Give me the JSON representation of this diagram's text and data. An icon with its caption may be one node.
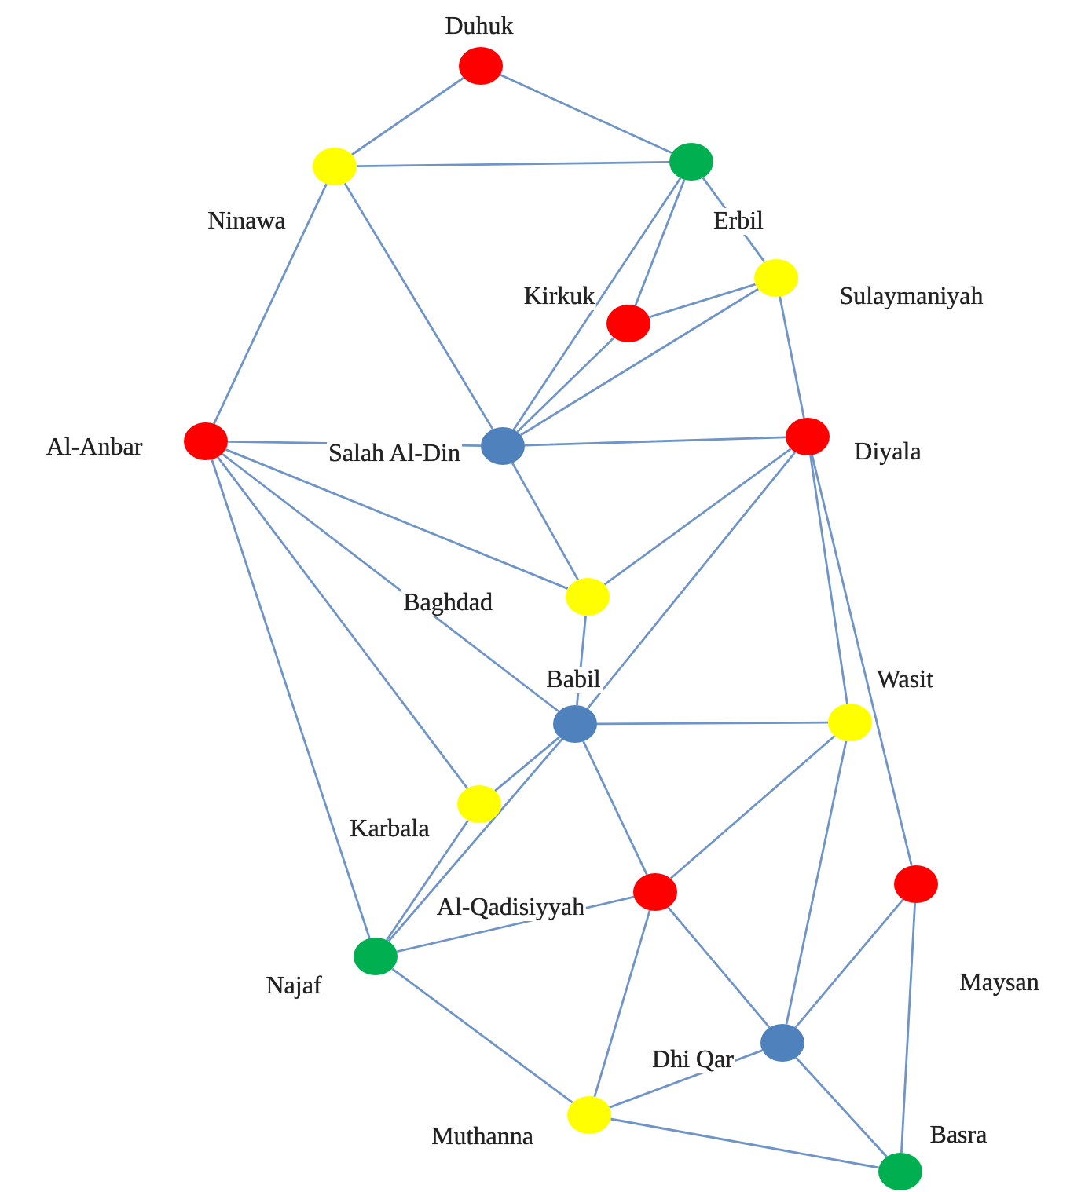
{
  "diagram": {
    "nodes": [
      {
        "text": [],
        "shape": "circle",
        "beside": [
          "Duhuk"
        ]
      },
      {
        "text": [],
        "shape": "circle",
        "beside": [
          "Ninawa"
        ]
      },
      {
        "text": [],
        "shape": "circle",
        "beside": [
          "Erbil"
        ]
      },
      {
        "text": [],
        "shape": "circle",
        "beside": [
          "Kirkuk"
        ]
      },
      {
        "text": [],
        "shape": "circle",
        "beside": [
          "Sulaymaniyah"
        ]
      },
      {
        "text": [],
        "shape": "circle",
        "beside": [
          "Al-Anbar"
        ]
      },
      {
        "text": [],
        "shape": "circle",
        "beside": [
          "Salah Al-Din"
        ]
      },
      {
        "text": [],
        "shape": "circle",
        "beside": [
          "Diyala"
        ]
      },
      {
        "text": [],
        "shape": "circle",
        "beside": [
          "Baghdad"
        ]
      },
      {
        "text": [],
        "shape": "circle",
        "beside": [
          "Babil"
        ]
      },
      {
        "text": [],
        "shape": "circle",
        "beside": [
          "Wasit"
        ]
      },
      {
        "text": [],
        "shape": "circle",
        "beside": [
          "Karbala"
        ]
      },
      {
        "text": [],
        "shape": "circle",
        "beside": [
          "Al-Qadisiyyah"
        ]
      },
      {
        "text": [],
        "shape": "circle",
        "beside": [
          "Maysan"
        ]
      },
      {
        "text": [],
        "shape": "circle",
        "beside": [
          "Najaf"
        ]
      },
      {
        "text": [],
        "shape": "circle",
        "beside": [
          "Dhi Qar"
        ]
      },
      {
        "text": [],
        "shape": "circle",
        "beside": [
          "Muthanna"
        ]
      },
      {
        "text": [],
        "shape": "circle",
        "beside": [
          "Basra"
        ]
      }
    ],
    "edges": [
      {
        "from": 0,
        "to": 1,
        "arrow": "none"
      },
      {
        "from": 0,
        "to": 2,
        "arrow": "none"
      },
      {
        "from": 1,
        "to": 2,
        "arrow": "none"
      },
      {
        "from": 1,
        "to": 5,
        "arrow": "none"
      },
      {
        "from": 1,
        "to": 6,
        "arrow": "none"
      },
      {
        "from": 2,
        "to": 3,
        "arrow": "none"
      },
      {
        "from": 2,
        "to": 6,
        "arrow": "none"
      },
      {
        "from": 2,
        "to": 4,
        "arrow": "none"
      },
      {
        "from": 3,
        "to": 4,
        "arrow": "none"
      },
      {
        "from": 3,
        "to": 6,
        "arrow": "none"
      },
      {
        "from": 4,
        "to": 6,
        "arrow": "none"
      },
      {
        "from": 4,
        "to": 7,
        "arrow": "none"
      },
      {
        "from": 5,
        "to": 6,
        "arrow": "none"
      },
      {
        "from": 6,
        "to": 7,
        "arrow": "none"
      },
      {
        "from": 6,
        "to": 8,
        "arrow": "none"
      },
      {
        "from": 5,
        "to": 8,
        "arrow": "none"
      },
      {
        "from": 5,
        "to": 9,
        "arrow": "none"
      },
      {
        "from": 5,
        "to": 11,
        "arrow": "none"
      },
      {
        "from": 5,
        "to": 14,
        "arrow": "none"
      },
      {
        "from": 7,
        "to": 8,
        "arrow": "none"
      },
      {
        "from": 7,
        "to": 9,
        "arrow": "none"
      },
      {
        "from": 7,
        "to": 10,
        "arrow": "none"
      },
      {
        "from": 7,
        "to": 13,
        "arrow": "none"
      },
      {
        "from": 8,
        "to": 9,
        "arrow": "none"
      },
      {
        "from": 9,
        "to": 10,
        "arrow": "none"
      },
      {
        "from": 9,
        "to": 11,
        "arrow": "none"
      },
      {
        "from": 9,
        "to": 14,
        "arrow": "none"
      },
      {
        "from": 9,
        "to": 12,
        "arrow": "none"
      },
      {
        "from": 10,
        "to": 12,
        "arrow": "none"
      },
      {
        "from": 10,
        "to": 15,
        "arrow": "none"
      },
      {
        "from": 11,
        "to": 14,
        "arrow": "none"
      },
      {
        "from": 14,
        "to": 12,
        "arrow": "none"
      },
      {
        "from": 14,
        "to": 16,
        "arrow": "none"
      },
      {
        "from": 12,
        "to": 16,
        "arrow": "none"
      },
      {
        "from": 12,
        "to": 15,
        "arrow": "none"
      },
      {
        "from": 13,
        "to": 15,
        "arrow": "none"
      },
      {
        "from": 13,
        "to": 17,
        "arrow": "none"
      },
      {
        "from": 15,
        "to": 17,
        "arrow": "none"
      },
      {
        "from": 15,
        "to": 16,
        "arrow": "none"
      },
      {
        "from": 16,
        "to": 17,
        "arrow": "none"
      }
    ]
  }
}
